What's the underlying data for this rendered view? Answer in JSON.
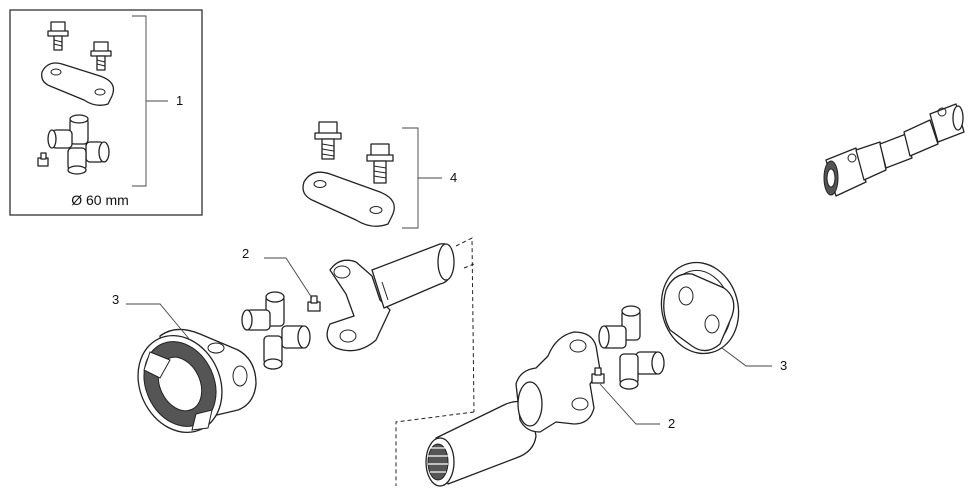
{
  "diagram": {
    "callouts": {
      "kit_with_cross": "1",
      "grease_nipple_left": "2",
      "flange_yoke_left": "3",
      "cap_kit": "4",
      "grease_nipple_right": "2",
      "flange_yoke_right": "3"
    },
    "inset": {
      "diameter_label": "Ø 60 mm"
    }
  }
}
